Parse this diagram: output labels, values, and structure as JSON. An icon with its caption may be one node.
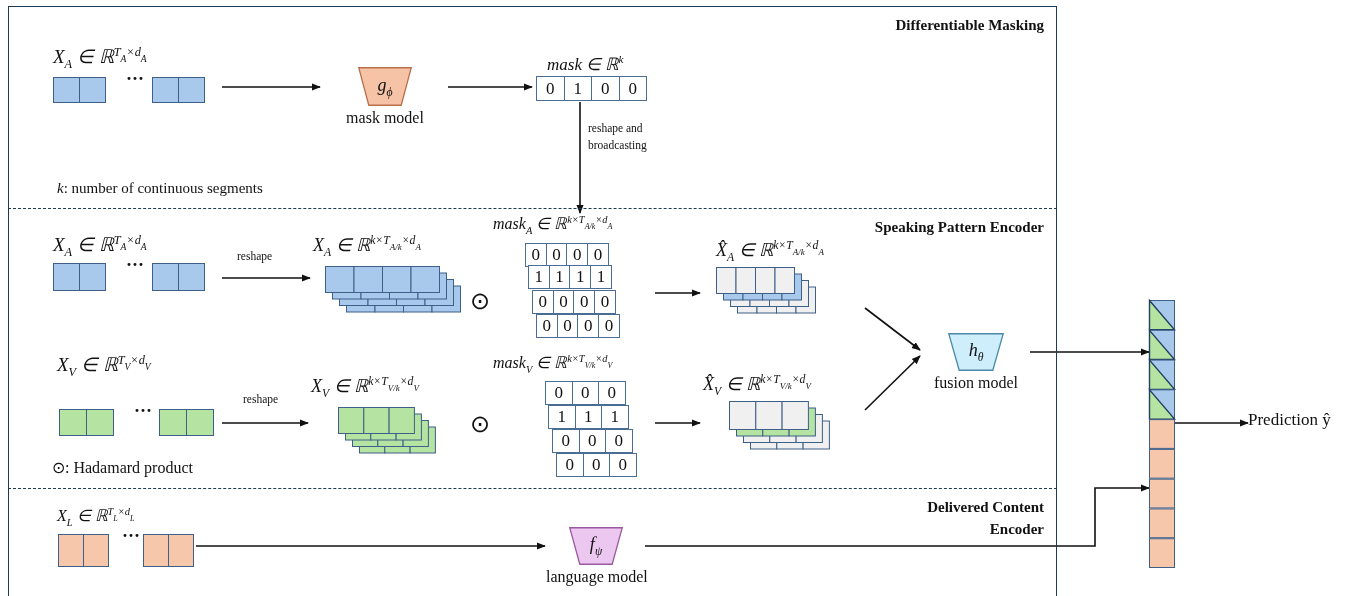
{
  "diagram": {
    "nodes": [
      {
        "text": [
          "Differentiable Masking"
        ]
      },
      {
        "text": [
          "Speaking Pattern Encoder"
        ]
      },
      {
        "text": [
          "Delivered Content Encoder"
        ]
      },
      {
        "text": [
          "X$_{A}$ ∈ ℝ$^{T}$$_{A}$$^{×d}$$_{A}$",
          "···"
        ],
        "in": 0
      },
      {
        "text": [
          "g$_{ϕ}$"
        ],
        "beside": [
          "mask model"
        ],
        "in": 0
      },
      {
        "text": [
          "mask ∈ ℝ$^{k}$",
          "0",
          "1",
          "0",
          "0"
        ],
        "in": 0
      },
      {
        "text": [
          "X$_{A}$ ∈ ℝ$^{T}$$_{A}$$^{×d}$$_{A}$",
          "···"
        ],
        "in": 1
      },
      {
        "text": [
          "X$_{A}$ ∈ ℝ$^{k×T}$$_{A/k}$$^{×d}$$_{A}$"
        ],
        "in": 1
      },
      {
        "text": [
          "mask$_{A}$ ∈ ℝ$^{k×T}$$_{A/k}$$^{×d}$$_{A}$",
          "0",
          "0",
          "0",
          "0",
          "1",
          "1",
          "1",
          "1",
          "0",
          "0",
          "0",
          "0",
          "0",
          "0",
          "0",
          "0"
        ],
        "in": 1
      },
      {
        "text": [
          "X̂$_{A}$ ∈ ℝ$^{k×T}$$_{A/k}$$^{×d}$$_{A}$"
        ],
        "in": 1
      },
      {
        "text": [
          "X$_{V}$ ∈ ℝ$^{T}$$_{V}$$^{×d}$$_{V}$",
          "···"
        ],
        "in": 1
      },
      {
        "text": [
          "X$_{V}$ ∈ ℝ$^{k×T}$$_{V/k}$$^{×d}$$_{V}$"
        ],
        "in": 1
      },
      {
        "text": [
          "mask$_{V}$ ∈ ℝ$^{k×T}$$_{V/k}$$^{×d}$$_{V}$",
          "0",
          "0",
          "0",
          "1",
          "1",
          "1",
          "0",
          "0",
          "0",
          "0",
          "0",
          "0"
        ],
        "in": 1
      },
      {
        "text": [
          "X̂$_{V}$ ∈ ℝ$^{k×T}$$_{V/k}$$^{×d}$$_{V}$"
        ],
        "in": 1
      },
      {
        "text": [
          "h$_{θ}$"
        ],
        "beside": [
          "fusion model"
        ],
        "in": 1
      },
      {
        "text": [
          "X$_{L}$ ∈ ℝ$^{T}$$_{L}$$^{×d}$$_{L}$",
          "···"
        ],
        "in": 2
      },
      {
        "text": [
          "f$_{ψ}$"
        ],
        "beside": [
          "language model"
        ],
        "in": 2
      },
      {
        "text": [],
        "shape": "bar"
      },
      {
        "text": [
          "Prediction ŷ"
        ]
      }
    ],
    "edges": [
      {
        "from": 3,
        "to": 4,
        "arrow": "to"
      },
      {
        "from": 4,
        "to": 5,
        "arrow": "to"
      },
      {
        "from": 5,
        "to": 8,
        "arrow": "to",
        "label": "reshape and broadcasting"
      },
      {
        "from": 6,
        "to": 7,
        "arrow": "to",
        "label": "reshape"
      },
      {
        "from": 8,
        "to": 9,
        "arrow": "to"
      },
      {
        "from": 10,
        "to": 11,
        "arrow": "to",
        "label": "reshape"
      },
      {
        "from": 12,
        "to": 13,
        "arrow": "to"
      },
      {
        "from": 9,
        "to": 14,
        "arrow": "to"
      },
      {
        "from": 13,
        "to": 14,
        "arrow": "to"
      },
      {
        "from": 14,
        "to": 17,
        "arrow": "to"
      },
      {
        "from": 15,
        "to": 16,
        "arrow": "to"
      },
      {
        "from": 16,
        "to": 17,
        "arrow": "to"
      },
      {
        "from": 17,
        "to": 18,
        "arrow": "to"
      }
    ],
    "labels": [
      "*k*: number of continuous segments",
      "⊙",
      "⊙",
      "⊙: Hadamard product"
    ]
  }
}
